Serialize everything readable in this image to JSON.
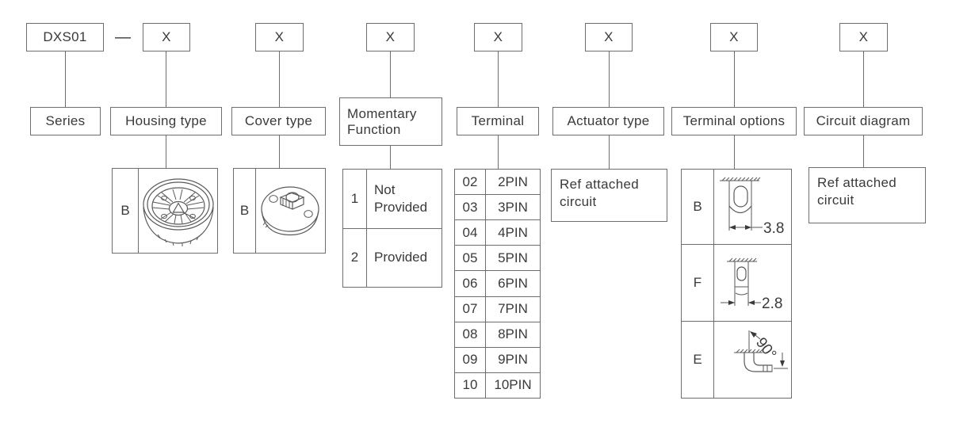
{
  "colors": {
    "outline": "#6e6e6e",
    "ink": "#3a3a3a",
    "background": "#ffffff"
  },
  "code_row": {
    "series_code": "DXS01",
    "separator": "—",
    "code_placeholder": "X"
  },
  "series": {
    "label": "Series"
  },
  "housing": {
    "label": "Housing type",
    "options": [
      {
        "code": "B",
        "image": "wheel-housing-drawing"
      }
    ]
  },
  "cover": {
    "label": "Cover type",
    "options": [
      {
        "code": "B",
        "image": "round-cover-drawing"
      }
    ]
  },
  "momentary": {
    "label": "Momentary Function",
    "options": [
      {
        "code": "1",
        "desc": "Not Provided"
      },
      {
        "code": "2",
        "desc": "Provided"
      }
    ]
  },
  "terminal": {
    "label": "Terminal",
    "options": [
      {
        "code": "02",
        "desc": "2PIN"
      },
      {
        "code": "03",
        "desc": "3PIN"
      },
      {
        "code": "04",
        "desc": "4PIN"
      },
      {
        "code": "05",
        "desc": "5PIN"
      },
      {
        "code": "06",
        "desc": "6PIN"
      },
      {
        "code": "07",
        "desc": "7PIN"
      },
      {
        "code": "08",
        "desc": "8PIN"
      },
      {
        "code": "09",
        "desc": "9PIN"
      },
      {
        "code": "10",
        "desc": "10PIN"
      }
    ]
  },
  "actuator": {
    "label": "Actuator type",
    "note": "Ref attached circuit"
  },
  "terminal_options": {
    "label": "Terminal options",
    "options": [
      {
        "code": "B",
        "dimension": "3.8",
        "image": "flat-terminal-3-8-drawing"
      },
      {
        "code": "F",
        "dimension": "2.8",
        "image": "narrow-terminal-2-8-drawing"
      },
      {
        "code": "E",
        "dimension": "90°",
        "image": "right-angle-terminal-drawing"
      }
    ]
  },
  "circuit": {
    "label": "Circuit diagram",
    "note": "Ref attached circuit"
  }
}
